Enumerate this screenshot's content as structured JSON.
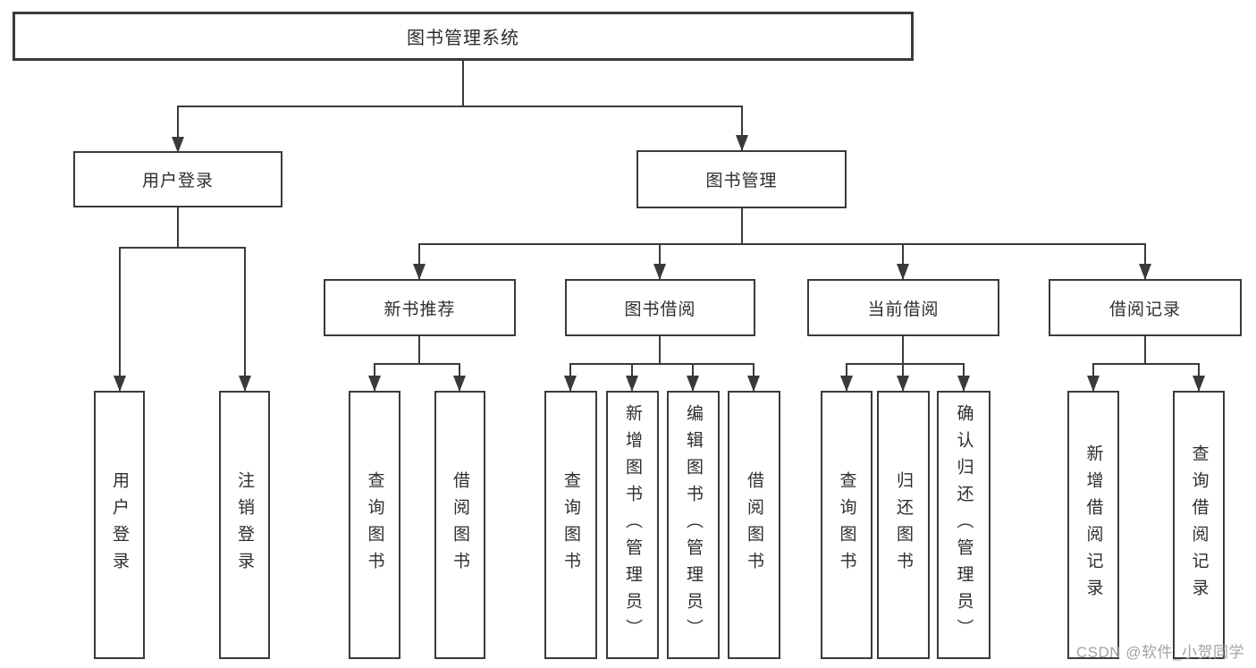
{
  "diagram": {
    "root": "图书管理系统",
    "user_login": {
      "label": "用户登录",
      "children": [
        "用户登录",
        "注销登录"
      ]
    },
    "book_mgmt": {
      "label": "图书管理",
      "sections": [
        {
          "label": "新书推荐",
          "children": [
            "查询图书",
            "借阅图书"
          ]
        },
        {
          "label": "图书借阅",
          "children": [
            "查询图书",
            "新增图书（管理员）",
            "编辑图书（管理员）",
            "借阅图书"
          ]
        },
        {
          "label": "当前借阅",
          "children": [
            "查询图书",
            "归还图书",
            "确认归还（管理员）"
          ]
        },
        {
          "label": "借阅记录",
          "children": [
            "新增借阅记录",
            "查询借阅记录"
          ]
        }
      ]
    }
  },
  "watermark": "CSDN @软件_小贺同学",
  "colors": {
    "line": "#3a3a3a",
    "text": "#2e2e2e",
    "watermark": "#a3a3a3",
    "background": "#ffffff"
  }
}
